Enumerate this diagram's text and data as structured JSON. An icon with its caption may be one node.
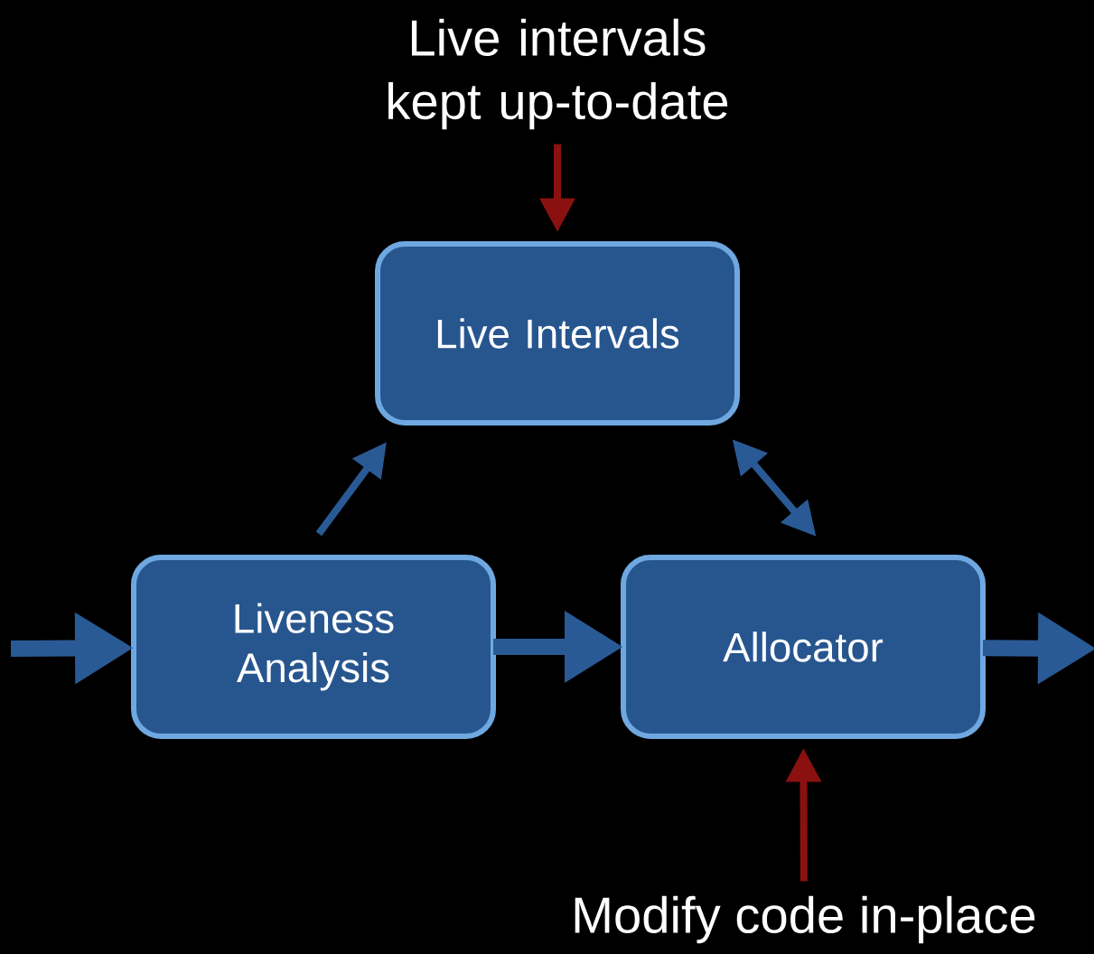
{
  "diagram": {
    "nodes": [
      {
        "text": [
          "Live intervals kept up-to-date"
        ]
      },
      {
        "text": [
          "Live Intervals"
        ]
      },
      {
        "text": [
          "Liveness Analysis"
        ]
      },
      {
        "text": [
          "Allocator"
        ]
      },
      {
        "text": [
          "Modify code in-place"
        ]
      }
    ],
    "edges": [
      {
        "from": null,
        "to": 2,
        "arrow": "to",
        "style": "thick"
      },
      {
        "from": 2,
        "to": 1,
        "arrow": "to"
      },
      {
        "from": 1,
        "to": 3,
        "arrow": "both"
      },
      {
        "from": 2,
        "to": 3,
        "arrow": "to",
        "style": "thick"
      },
      {
        "from": 3,
        "to": null,
        "arrow": "to",
        "style": "thick"
      },
      {
        "from": 0,
        "to": 1,
        "arrow": "to",
        "color": "#8b1111"
      },
      {
        "from": 4,
        "to": 3,
        "arrow": "to",
        "color": "#8b1111"
      }
    ]
  }
}
